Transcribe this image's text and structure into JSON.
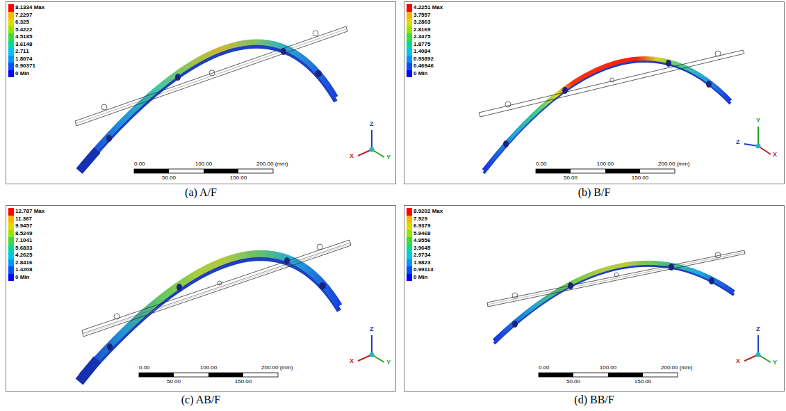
{
  "diagram": {
    "nodes": [
      {
        "text": [
          "(a) A/F"
        ]
      },
      {
        "text": [
          "(b) B/F"
        ]
      },
      {
        "text": [
          "(c) AB/F"
        ]
      },
      {
        "text": [
          "(d) BB/F"
        ]
      }
    ],
    "labels": [
      "0.00",
      "100.00",
      "200.00 (mm)",
      "50.00",
      "150.00",
      "Z",
      "X",
      "Y",
      "0.00",
      "100.00",
      "200.00 (mm)",
      "50.00",
      "150.00",
      "Y",
      "Z",
      "X",
      "0.00",
      "100.00",
      "200.00 (mm)",
      "50.00",
      "150.00",
      "Z",
      "X",
      "Y",
      "0.00",
      "100.00",
      "200.00 (mm)",
      "50.00",
      "150.00",
      "Z",
      "X",
      "Y"
    ],
    "legend": [
      {
        "text": "8.1334 Max",
        "color": "#ff0000"
      },
      {
        "text": "7.2297",
        "color": "#ffb400"
      },
      {
        "text": "6.325",
        "color": "#dcdc00"
      },
      {
        "text": "5.4222",
        "color": "#96e600"
      },
      {
        "text": "4.5185",
        "color": "#3cdc3c"
      },
      {
        "text": "3.6148",
        "color": "#00dc96"
      },
      {
        "text": "2.711",
        "color": "#00c8e6"
      },
      {
        "text": "1.8074",
        "color": "#0096ff"
      },
      {
        "text": "0.90371",
        "color": "#0050ff"
      },
      {
        "text": "0 Min",
        "color": "#0000ff"
      },
      {
        "text": "4.2251 Max",
        "color": "#ff0000"
      },
      {
        "text": "3.7557",
        "color": "#ffb400"
      },
      {
        "text": "3.2863",
        "color": "#dcdc00"
      },
      {
        "text": "2.8169",
        "color": "#96e600"
      },
      {
        "text": "2.3475",
        "color": "#3cdc3c"
      },
      {
        "text": "1.8775",
        "color": "#00dc96"
      },
      {
        "text": "1.4084",
        "color": "#00c8e6"
      },
      {
        "text": "0.93892",
        "color": "#0096ff"
      },
      {
        "text": "0.46946",
        "color": "#0050ff"
      },
      {
        "text": "0 Min",
        "color": "#0000ff"
      },
      {
        "text": "12.787 Max",
        "color": "#ff0000"
      },
      {
        "text": "11.367",
        "color": "#ffb400"
      },
      {
        "text": "9.9457",
        "color": "#dcdc00"
      },
      {
        "text": "8.5249",
        "color": "#96e600"
      },
      {
        "text": "7.1041",
        "color": "#3cdc3c"
      },
      {
        "text": "5.6833",
        "color": "#00dc96"
      },
      {
        "text": "4.2625",
        "color": "#00c8e6"
      },
      {
        "text": "2.8416",
        "color": "#0096ff"
      },
      {
        "text": "1.4208",
        "color": "#0050ff"
      },
      {
        "text": "0 Min",
        "color": "#0000ff"
      },
      {
        "text": "8.9202 Max",
        "color": "#ff0000"
      },
      {
        "text": "7.929",
        "color": "#ffb400"
      },
      {
        "text": "6.9379",
        "color": "#dcdc00"
      },
      {
        "text": "5.9468",
        "color": "#96e600"
      },
      {
        "text": "4.9556",
        "color": "#3cdc3c"
      },
      {
        "text": "3.9645",
        "color": "#00dc96"
      },
      {
        "text": "2.9734",
        "color": "#00c8e6"
      },
      {
        "text": "1.9823",
        "color": "#0096ff"
      },
      {
        "text": "0.99113",
        "color": "#0050ff"
      },
      {
        "text": "0 Min",
        "color": "#0000ff"
      }
    ]
  }
}
